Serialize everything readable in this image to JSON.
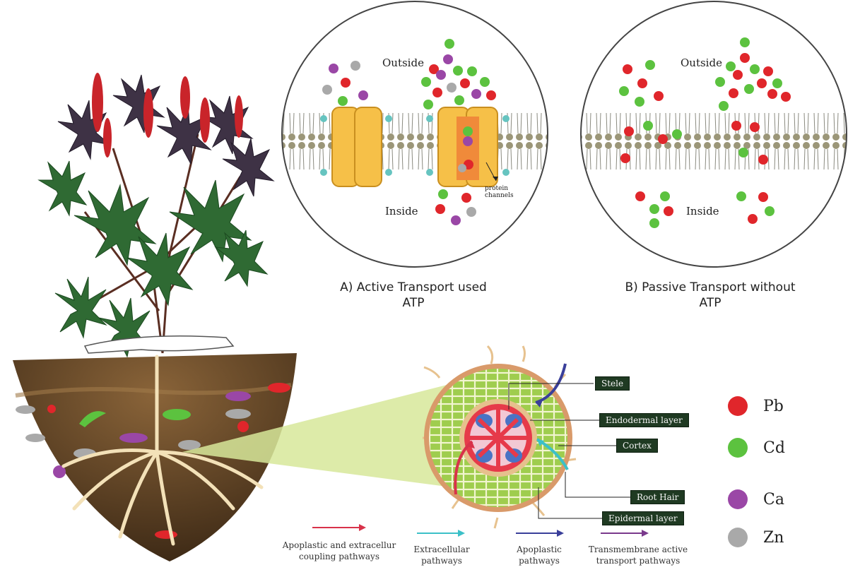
{
  "cell_a": {
    "outside": "Outside",
    "inside": "Inside",
    "channel_note_1": "protein",
    "channel_note_2": "channels",
    "caption_line1": "A) Active Transport used",
    "caption_line2": "ATP"
  },
  "cell_b": {
    "outside": "Outside",
    "inside": "Inside",
    "caption_line1": "B) Passive Transport without",
    "caption_line2": "ATP"
  },
  "root_labels": {
    "stele": "Stele",
    "endodermal": "Endodermal layer",
    "cortex": "Cortex",
    "root_hair": "Root Hair",
    "epidermal": "Epidermal layer"
  },
  "legend": [
    {
      "label": "Pb",
      "color": "#e0262b"
    },
    {
      "label": "Cd",
      "color": "#5cc23f"
    },
    {
      "label": "Ca",
      "color": "#9a47a6"
    },
    {
      "label": "Zn",
      "color": "#a9a9a9"
    }
  ],
  "pathways": [
    {
      "line1": "Apoplastic and extracellur",
      "line2": "coupling pathways",
      "color": "#d8324a"
    },
    {
      "line1": "Extracellular",
      "line2": "pathways",
      "color": "#3cc0c8"
    },
    {
      "line1": "Apoplastic",
      "line2": "pathways",
      "color": "#3a3f9a"
    },
    {
      "line1": "Transmembrane active",
      "line2": "transport pathways",
      "color": "#7a3a8c"
    }
  ]
}
